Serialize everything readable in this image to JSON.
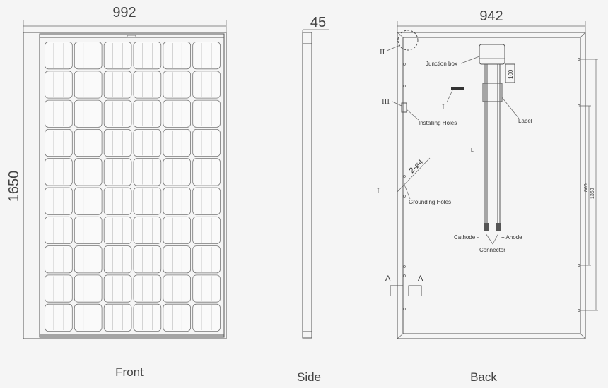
{
  "front": {
    "width_dim": "992",
    "height_dim": "1650",
    "caption": "Front",
    "cell_columns": 6,
    "cell_rows": 10
  },
  "side": {
    "thickness_dim": "45",
    "caption": "Side"
  },
  "back": {
    "width_dim": "942",
    "caption": "Back",
    "junction_box": "Junction box",
    "box_dim": "100",
    "label": "Label",
    "installing_holes": "Installing Holes",
    "hole_spec": "2-ø4",
    "grounding_holes": "Grounding Holes",
    "cathode": "Cathode -",
    "anode": "+ Anode",
    "connector": "Connector",
    "cable_mark": "L",
    "dim_860": "860",
    "dim_1360": "1360",
    "section_a_left": "A",
    "section_a_right": "A",
    "marker_i": "I",
    "marker_ii": "II",
    "marker_iii": "III",
    "marker_i_left": "I"
  }
}
